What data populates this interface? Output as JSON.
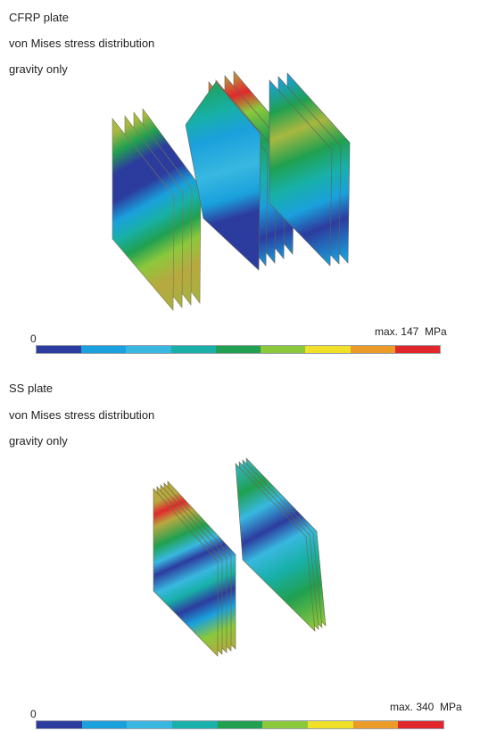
{
  "legend_colors": [
    "#2c3c9e",
    "#1aa0dc",
    "#38b8e0",
    "#18b0a8",
    "#20a050",
    "#8cc83c",
    "#f0e02a",
    "#ec9a28",
    "#e0282c"
  ],
  "panels": [
    {
      "id": "cfrp",
      "caption": [
        "CFRP plate",
        "von Mises stress distribution",
        "gravity only"
      ],
      "scale_min": "0",
      "scale_max": "max. 147",
      "scale_unit": "MPa"
    },
    {
      "id": "ss",
      "caption": [
        "SS plate",
        "von Mises stress distribution",
        "gravity only"
      ],
      "scale_min": "0",
      "scale_max": "max. 340",
      "scale_unit": "MPa"
    }
  ]
}
